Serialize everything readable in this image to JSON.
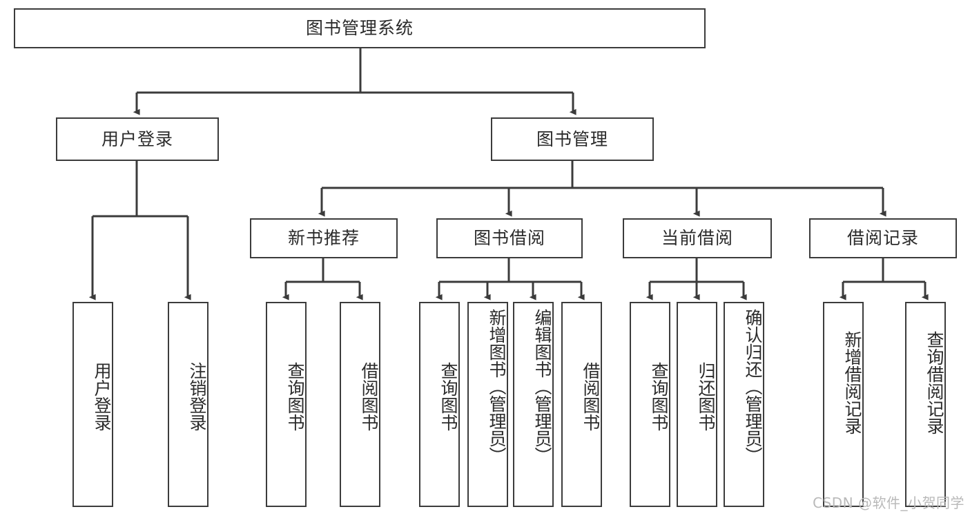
{
  "diagram": {
    "title_node": {
      "label": "图书管理系统"
    },
    "level2": [
      {
        "id": "user-login",
        "label": "用户登录"
      },
      {
        "id": "book-management",
        "label": "图书管理"
      }
    ],
    "level3": [
      {
        "id": "new-book-recommend",
        "label": "新书推荐"
      },
      {
        "id": "book-borrow",
        "label": "图书借阅"
      },
      {
        "id": "current-borrow",
        "label": "当前借阅"
      },
      {
        "id": "borrow-record",
        "label": "借阅记录"
      }
    ],
    "leaves": [
      {
        "id": "leaf-user-login",
        "label": "用户登录",
        "parent": "user-login"
      },
      {
        "id": "leaf-logout",
        "label": "注销登录",
        "parent": "user-login"
      },
      {
        "id": "leaf-query-book-1",
        "label": "查询图书",
        "parent": "new-book-recommend"
      },
      {
        "id": "leaf-borrow-book-1",
        "label": "借阅图书",
        "parent": "new-book-recommend"
      },
      {
        "id": "leaf-query-book-2",
        "label": "查询图书",
        "parent": "book-borrow"
      },
      {
        "id": "leaf-add-book",
        "label": "新增图书（管理员）",
        "parent": "book-borrow"
      },
      {
        "id": "leaf-edit-book",
        "label": "编辑图书（管理员）",
        "parent": "book-borrow"
      },
      {
        "id": "leaf-borrow-book-2",
        "label": "借阅图书",
        "parent": "book-borrow"
      },
      {
        "id": "leaf-query-book-3",
        "label": "查询图书",
        "parent": "current-borrow"
      },
      {
        "id": "leaf-return-book",
        "label": "归还图书",
        "parent": "current-borrow"
      },
      {
        "id": "leaf-confirm-return",
        "label": "确认归还（管理员）",
        "parent": "current-borrow"
      },
      {
        "id": "leaf-add-record",
        "label": "新增借阅记录",
        "parent": "borrow-record"
      },
      {
        "id": "leaf-query-record",
        "label": "查询借阅记录",
        "parent": "borrow-record"
      }
    ],
    "watermark": "CSDN @软件_小贺同学",
    "colors": {
      "stroke": "#3b3b3b",
      "text": "#2b2b2b",
      "background": "#ffffff",
      "watermark": "#b9b9b9"
    }
  }
}
